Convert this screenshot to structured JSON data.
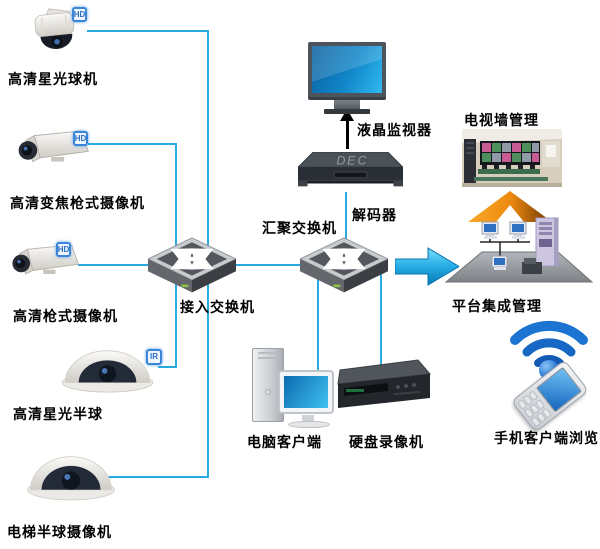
{
  "colors": {
    "cable": "#29ABE2",
    "flow_arrow_blue": "#29ABE2",
    "flow_arrow_orange": "#F7941E",
    "label_text": "#000000",
    "badge_blue": "#2A6FC4",
    "wifi_blue": "#1668C4",
    "screen_blue": "#1E9CD7"
  },
  "nodes": {
    "ptz_camera": {
      "label": "高清星光球机",
      "badge": "HD"
    },
    "zoom_box_camera": {
      "label": "高清变焦枪式摄像机",
      "badge": "HD"
    },
    "box_camera": {
      "label": "高清枪式摄像机",
      "badge": "HD"
    },
    "ir_dome_camera": {
      "label": "高清星光半球",
      "badge": "IR"
    },
    "elevator_dome_camera": {
      "label": "电梯半球摄像机"
    },
    "access_switch": {
      "label": "接入交换机"
    },
    "aggregation_switch": {
      "label": "汇聚交换机"
    },
    "decoder": {
      "label": "解码器",
      "device_text": "DEC"
    },
    "lcd_monitor": {
      "label": "液晶监视器"
    },
    "tv_wall_management": {
      "label": "电视墙管理"
    },
    "platform_management": {
      "label": "平台集成管理"
    },
    "pc_client": {
      "label": "电脑客户端"
    },
    "dvr": {
      "label": "硬盘录像机"
    },
    "mobile_client": {
      "label": "手机客户端浏览"
    }
  }
}
